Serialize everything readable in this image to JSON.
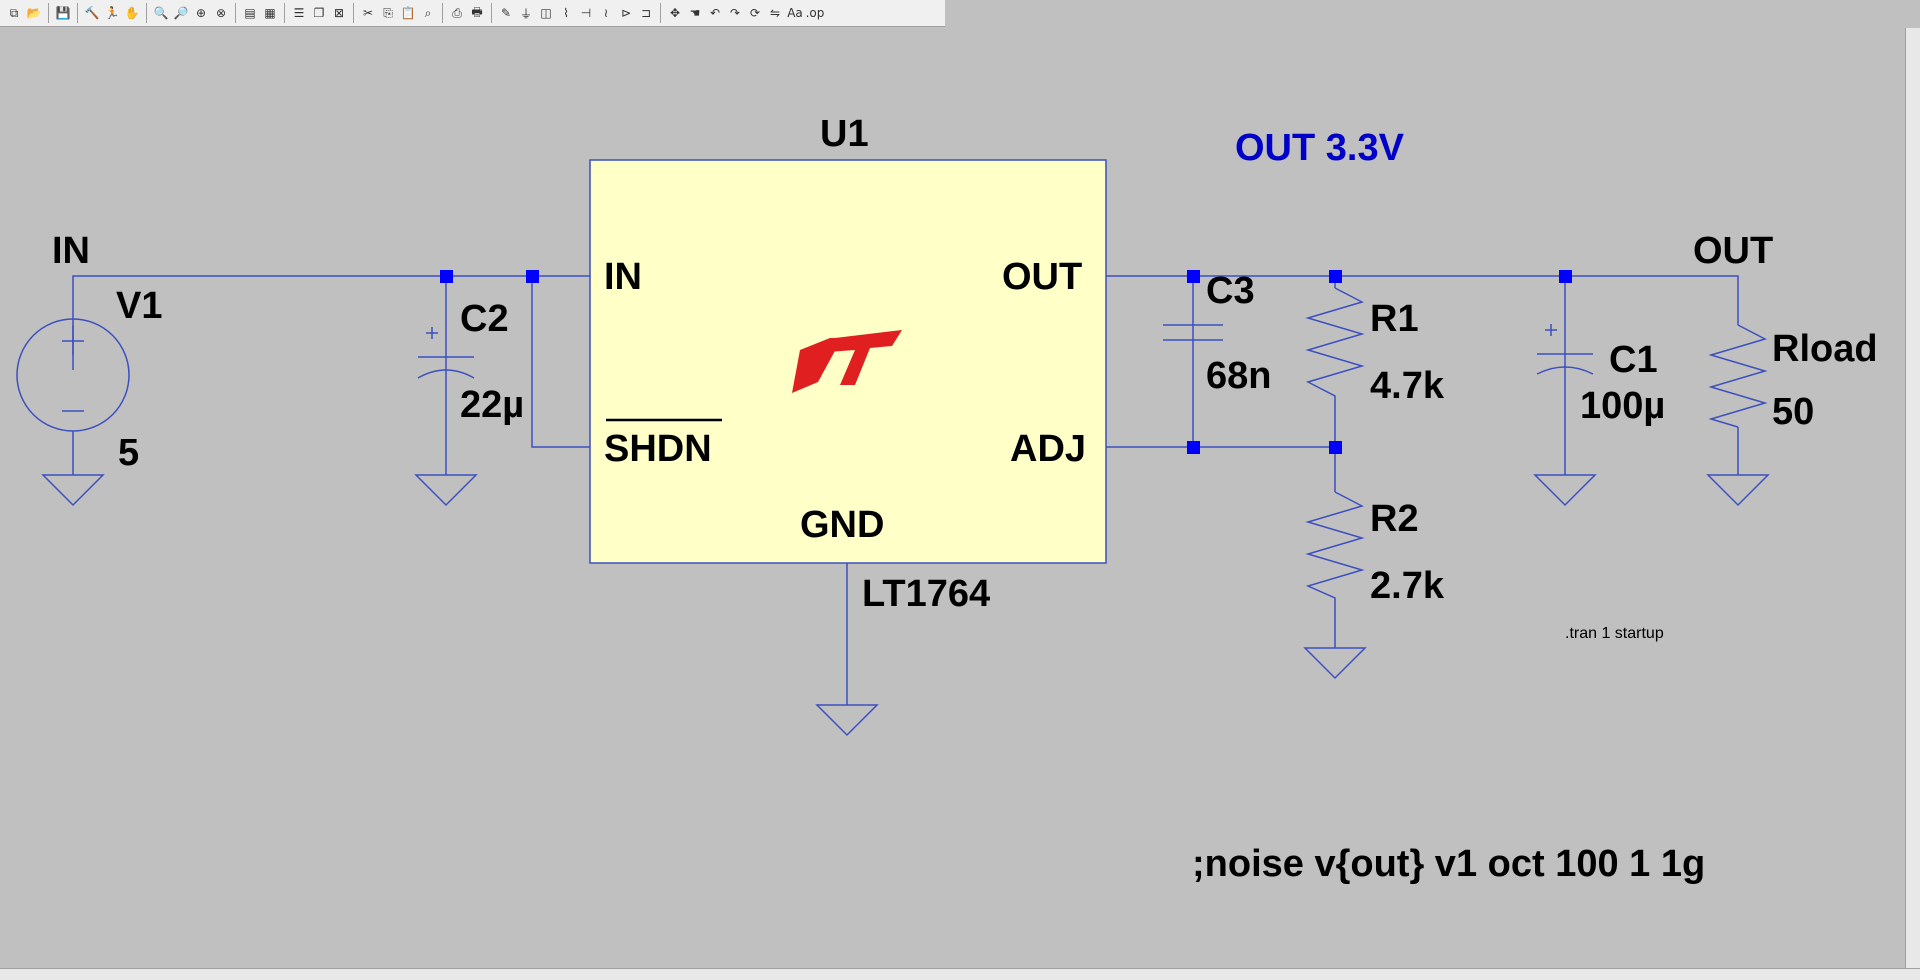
{
  "toolbar": {
    "buttons": [
      {
        "icon": "new-schematic-icon",
        "glyph": "⧉"
      },
      {
        "icon": "open-icon",
        "glyph": "📂"
      },
      {
        "icon": "save-icon",
        "glyph": "💾"
      },
      {
        "icon": "control-panel-icon",
        "glyph": "🔨"
      },
      {
        "icon": "run-icon",
        "glyph": "🏃"
      },
      {
        "icon": "pan-icon",
        "glyph": "✋"
      },
      {
        "icon": "zoom-in-icon",
        "glyph": "🔍"
      },
      {
        "icon": "zoom-out-icon",
        "glyph": "🔎"
      },
      {
        "icon": "zoom-fit-icon",
        "glyph": "⊕"
      },
      {
        "icon": "zoom-cancel-icon",
        "glyph": "⊗"
      },
      {
        "icon": "autorange-icon",
        "glyph": "▤"
      },
      {
        "icon": "grid-icon",
        "glyph": "▦"
      },
      {
        "icon": "tile-horizontal-icon",
        "glyph": "☰"
      },
      {
        "icon": "cascade-icon",
        "glyph": "❐"
      },
      {
        "icon": "close-windows-icon",
        "glyph": "⊠"
      },
      {
        "icon": "cut-icon",
        "glyph": "✂"
      },
      {
        "icon": "copy-icon",
        "glyph": "⎘"
      },
      {
        "icon": "paste-icon",
        "glyph": "📋"
      },
      {
        "icon": "find-icon",
        "glyph": "⌕"
      },
      {
        "icon": "print-preview-icon",
        "glyph": "⎙"
      },
      {
        "icon": "print-icon",
        "glyph": "🖶"
      },
      {
        "icon": "wire-icon",
        "glyph": "✎"
      },
      {
        "icon": "ground-icon",
        "glyph": "⏚"
      },
      {
        "icon": "label-net-icon",
        "glyph": "◫"
      },
      {
        "icon": "resistor-icon",
        "glyph": "⌇"
      },
      {
        "icon": "capacitor-icon",
        "glyph": "⊣"
      },
      {
        "icon": "inductor-icon",
        "glyph": "≀"
      },
      {
        "icon": "diode-icon",
        "glyph": "⊳"
      },
      {
        "icon": "component-icon",
        "glyph": "⊐"
      },
      {
        "icon": "move-icon",
        "glyph": "✥"
      },
      {
        "icon": "drag-icon",
        "glyph": "☚"
      },
      {
        "icon": "undo-icon",
        "glyph": "↶"
      },
      {
        "icon": "redo-icon",
        "glyph": "↷"
      },
      {
        "icon": "rotate-icon",
        "glyph": "⟳"
      },
      {
        "icon": "mirror-icon",
        "glyph": "⇋"
      },
      {
        "icon": "text-icon",
        "glyph": "Aa"
      },
      {
        "icon": "spice-directive-icon",
        "glyph": ".op"
      }
    ]
  },
  "schematic": {
    "wire_color": "#3c4fbf",
    "junction_color": "#0000ff",
    "text_color": "#000000",
    "directive_color": "#0000c8",
    "ic_fill": "#ffffc8",
    "logo_color": "#e02020",
    "labels": {
      "net_in": "IN",
      "net_out": "OUT",
      "v1_name": "V1",
      "v1_value": "5",
      "c2_name": "C2",
      "c2_value": "22µ",
      "u1_name": "U1",
      "u1_part": "LT1764",
      "pin_in": "IN",
      "pin_shdn": "SHDN",
      "pin_out": "OUT",
      "pin_adj": "ADJ",
      "pin_gnd": "GND",
      "c3_name": "C3",
      "c3_value": "68n",
      "r1_name": "R1",
      "r1_value": "4.7k",
      "r2_name": "R2",
      "r2_value": "2.7k",
      "c1_name": "C1",
      "c1_value": "100µ",
      "rload_name": "Rload",
      "rload_value": "50",
      "comment_out": "OUT 3.3V",
      "tran_directive": ".tran 1 startup",
      "noise_comment": ";noise v{out} v1 oct 100 1 1g"
    }
  }
}
